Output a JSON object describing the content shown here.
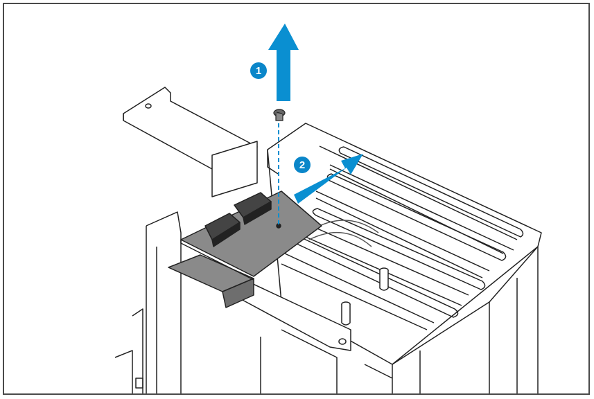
{
  "diagram": {
    "steps": [
      {
        "number": "1",
        "action": "remove-screw-upward"
      },
      {
        "number": "2",
        "action": "slide-board-out"
      }
    ],
    "colors": {
      "arrow": "#0a8fd1",
      "badge": "#0a86c9",
      "board": "#8a8a8a",
      "line": "#222222",
      "background": "#ffffff",
      "frame": "#4a4a4a"
    },
    "icons": {
      "step1": "arrow-up-icon",
      "step2": "arrow-diagonal-icon"
    }
  }
}
